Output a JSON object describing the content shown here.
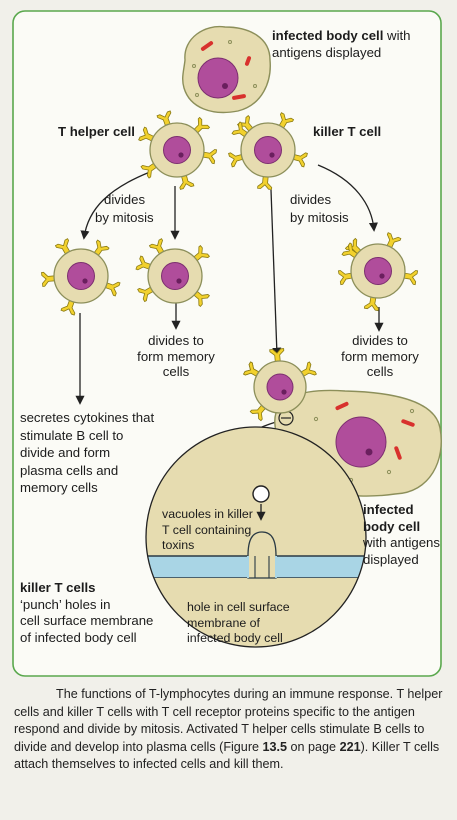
{
  "colors": {
    "panel_border": "#5aa84d",
    "cell_fill": "#e6dcb0",
    "cell_stroke": "#8c8f5a",
    "nucleus": "#b04d9b",
    "receptor": "#f2d12e",
    "antigen": "#d8312d",
    "arrow": "#222222",
    "membrane": "#a9d5e5"
  },
  "labels": {
    "infected_top_bold": "infected body cell",
    "infected_top_rest": " with",
    "infected_top_line2": "antigens displayed",
    "t_helper": "T helper cell",
    "killer_t": "killer T cell",
    "divides_left_1": "divides",
    "divides_left_2": "by mitosis",
    "divides_right_1": "divides",
    "divides_right_2": "by mitosis",
    "memory_left_1": "divides to",
    "memory_left_2": "form memory",
    "memory_left_3": "cells",
    "memory_right_1": "divides to",
    "memory_right_2": "form memory",
    "memory_right_3": "cells",
    "cytokines": [
      "secretes cytokines that",
      "stimulate B cell to",
      "divide and form",
      "plasma cells and",
      "memory cells"
    ],
    "vacuoles": [
      "vacuoles in killer",
      "T cell containing",
      "toxins"
    ],
    "hole": [
      "hole in cell surface",
      "membrane of",
      "infected body cell"
    ],
    "infected_right_1": "infected",
    "infected_right_2": "body cell",
    "infected_right_3": "with antigens",
    "infected_right_4": "displayed",
    "killer_title": "killer T cells",
    "killer_desc": [
      "‘punch’ holes in",
      "cell surface membrane",
      "of infected body cell"
    ]
  },
  "caption": {
    "part1": "The functions of T-lymphocytes during an immune response. T helper cells and killer T cells with T cell receptor proteins specific to the antigen respond and divide by mitosis. Activated T helper cells stimulate B cells to divide and develop into plasma cells (Figure ",
    "figure_ref": "13.5",
    "part2": " on page ",
    "page_ref": "221",
    "part3": "). Killer T cells attach themselves to infected cells and kill them."
  }
}
